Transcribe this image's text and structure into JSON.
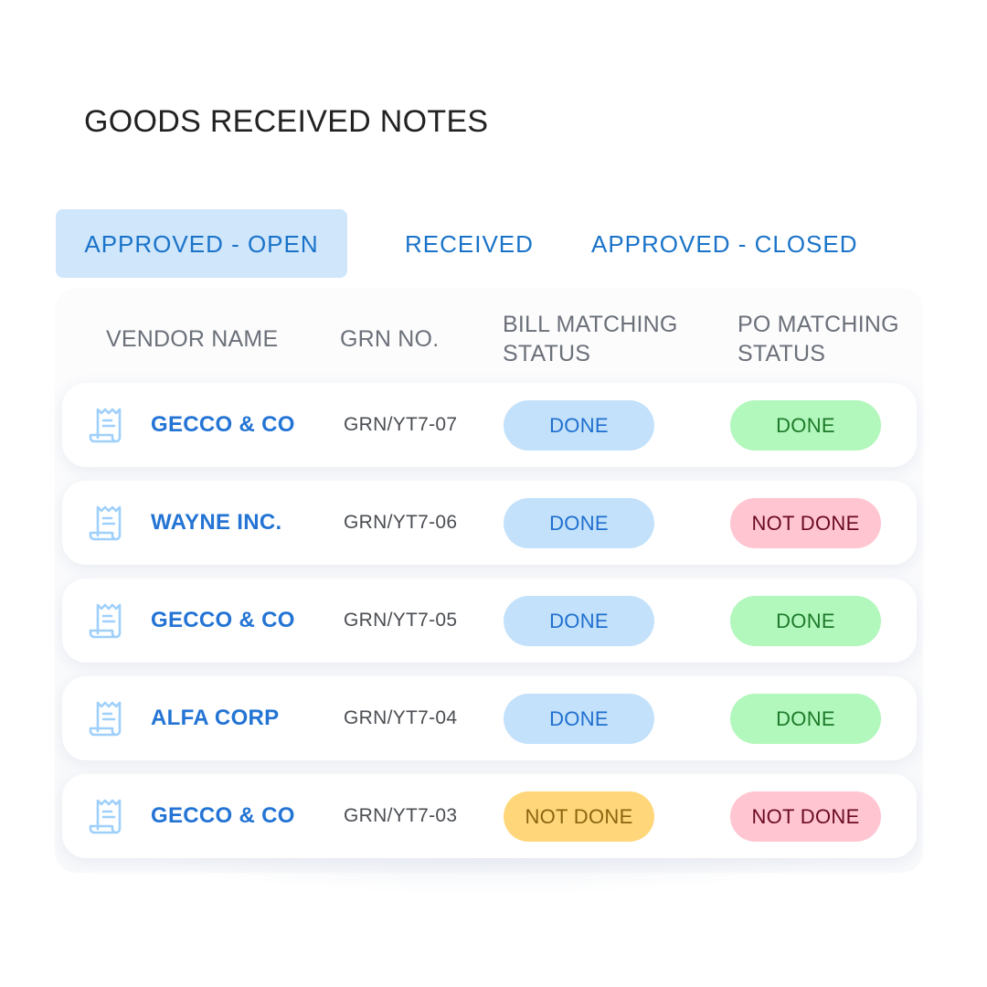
{
  "page": {
    "title": "GOODS RECEIVED NOTES"
  },
  "tabs": [
    {
      "label": "APPROVED - OPEN",
      "active": true
    },
    {
      "label": "RECEIVED",
      "active": false
    },
    {
      "label": "APPROVED - CLOSED",
      "active": false
    }
  ],
  "table": {
    "columns": {
      "vendor": "VENDOR NAME",
      "grn": "GRN NO.",
      "bill_line1": "BILL MATCHING",
      "bill_line2": "STATUS",
      "po_line1": "PO MATCHING",
      "po_line2": "STATUS"
    },
    "row_icon": "receipt-icon",
    "rows": [
      {
        "vendor": "GECCO & CO",
        "grn": "GRN/YT7-07",
        "bill_status": "DONE",
        "po_status": "DONE"
      },
      {
        "vendor": "WAYNE INC.",
        "grn": "GRN/YT7-06",
        "bill_status": "DONE",
        "po_status": "NOT DONE"
      },
      {
        "vendor": "GECCO & CO",
        "grn": "GRN/YT7-05",
        "bill_status": "DONE",
        "po_status": "DONE"
      },
      {
        "vendor": "ALFA CORP",
        "grn": "GRN/YT7-04",
        "bill_status": "DONE",
        "po_status": "DONE"
      },
      {
        "vendor": "GECCO & CO",
        "grn": "GRN/YT7-03",
        "bill_status": "NOT DONE",
        "po_status": "NOT DONE"
      }
    ]
  },
  "colors": {
    "accent": "#1a73c8",
    "tab_active_bg": "#cfe6fb",
    "vendor_text": "#2374d4",
    "bill_done_bg": "#c3e1fa",
    "bill_not_done_bg": "#ffd77a",
    "po_done_bg": "#b2f7bc",
    "po_not_done_bg": "#ffc6d2"
  }
}
